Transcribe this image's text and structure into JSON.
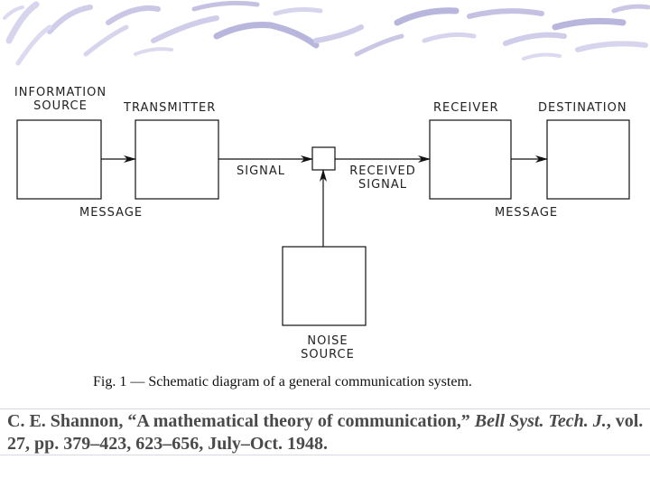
{
  "colors": {
    "banner_stroke_light": "#d7d5ee",
    "banner_stroke_dark": "#b9b6de",
    "diagram_ink": "#111111",
    "citation_text": "#4a4a4a"
  },
  "diagram": {
    "nodes": {
      "information_source": {
        "label_line1": "INFORMATION",
        "label_line2": "SOURCE"
      },
      "transmitter": {
        "label": "TRANSMITTER"
      },
      "receiver": {
        "label": "RECEIVER"
      },
      "destination": {
        "label": "DESTINATION"
      },
      "noise_source": {
        "label_line1": "NOISE",
        "label_line2": "SOURCE"
      }
    },
    "edge_labels": {
      "message_left": "MESSAGE",
      "signal": "SIGNAL",
      "received_signal_line1": "RECEIVED",
      "received_signal_line2": "SIGNAL",
      "message_right": "MESSAGE"
    },
    "caption": "Fig. 1 — Schematic diagram of a general communication system."
  },
  "citation": {
    "authors_title": "C. E. Shannon, “A mathematical theory of communication,” ",
    "journal": "Bell Syst. Tech. J.",
    "details": ", vol. 27, pp. 379–423, 623–656, July–Oct. 1948."
  }
}
